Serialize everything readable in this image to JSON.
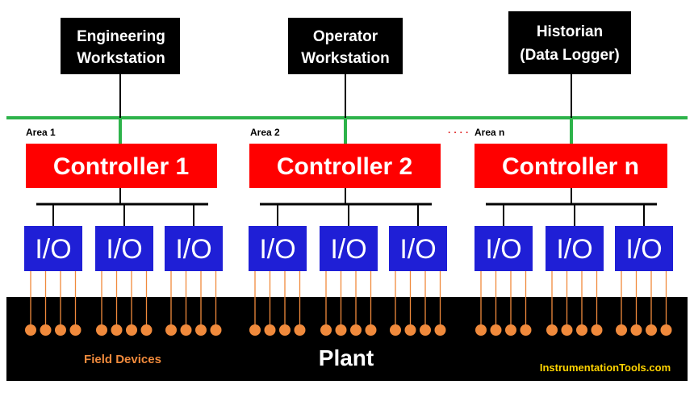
{
  "workstations": [
    {
      "line1": "Engineering",
      "line2": "Workstation"
    },
    {
      "line1": "Operator",
      "line2": "Workstation"
    },
    {
      "line1": "Historian",
      "line2": "(Data Logger)"
    }
  ],
  "areas": [
    {
      "label": "Area 1",
      "prefix": ""
    },
    {
      "label": "Area 2",
      "prefix": ""
    },
    {
      "label": "Area n",
      "prefix": "· · · ·"
    }
  ],
  "controllers": [
    "Controller 1",
    "Controller 2",
    "Controller n"
  ],
  "io_label": "I/O",
  "field_devices_label": "Field Devices",
  "plant_label": "Plant",
  "watermark": "InstrumentationTools.com",
  "colors": {
    "network": "#2db34a",
    "controller": "#ff0000",
    "io": "#1f1fd6",
    "wire": "#f08a3c",
    "device": "#f08a3c",
    "plant": "#000000",
    "field_devices_text": "#f08a3c",
    "watermark_text": "#ffd400"
  }
}
